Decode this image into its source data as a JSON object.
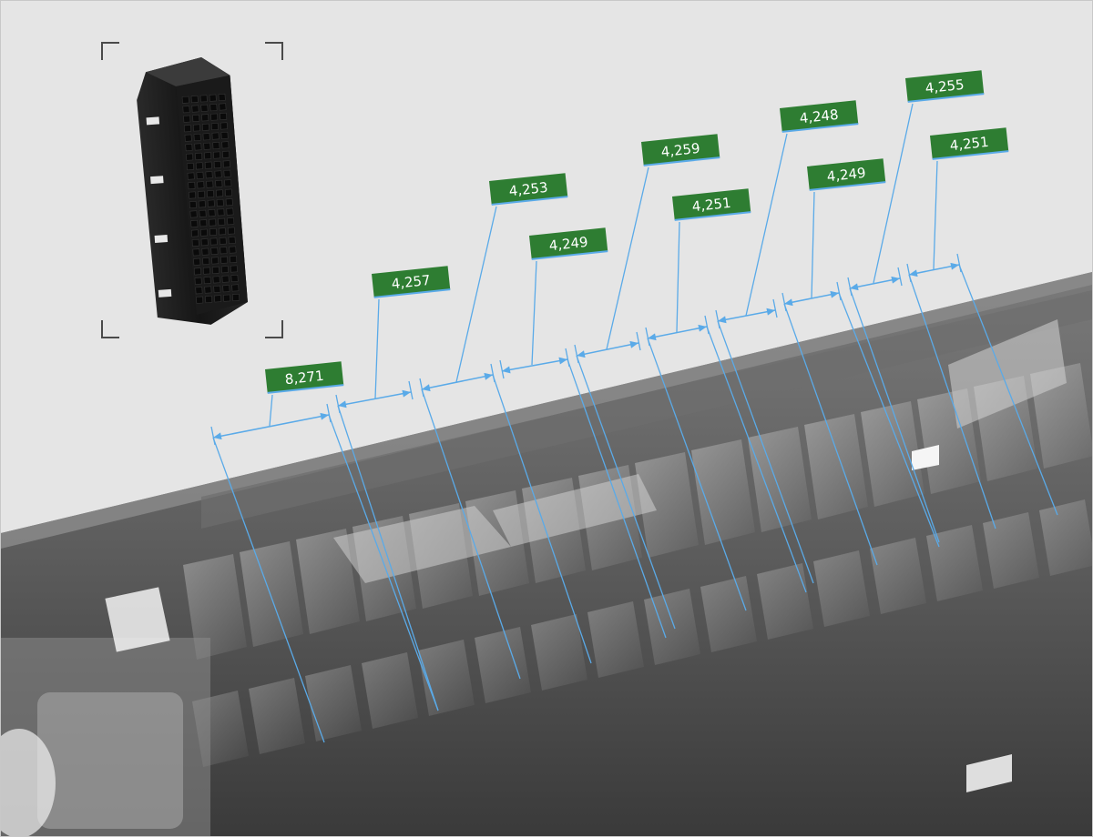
{
  "colors": {
    "background": "#e5e5e5",
    "label_fill": "#2e7d32",
    "dimension_line": "#5aaae8",
    "label_text": "#ffffff",
    "connector_body": "#1e1e1e"
  },
  "thumbnail": {
    "icon": "connector-housing-icon"
  },
  "dimensions": [
    {
      "value": "8,271"
    },
    {
      "value": "4,257"
    },
    {
      "value": "4,253"
    },
    {
      "value": "4,249"
    },
    {
      "value": "4,259"
    },
    {
      "value": "4,251"
    },
    {
      "value": "4,248"
    },
    {
      "value": "4,249"
    },
    {
      "value": "4,255"
    },
    {
      "value": "4,251"
    }
  ]
}
